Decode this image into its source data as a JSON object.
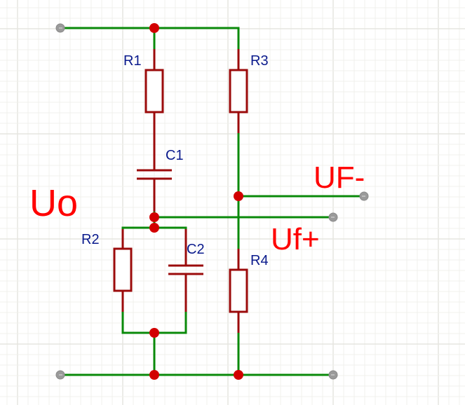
{
  "diagram": {
    "type": "schematic",
    "title": "",
    "components": [
      {
        "ref": "R1",
        "kind": "resistor"
      },
      {
        "ref": "R2",
        "kind": "resistor"
      },
      {
        "ref": "R3",
        "kind": "resistor"
      },
      {
        "ref": "R4",
        "kind": "resistor"
      },
      {
        "ref": "C1",
        "kind": "capacitor"
      },
      {
        "ref": "C2",
        "kind": "capacitor"
      }
    ],
    "labels": {
      "uo": "Uo",
      "uf_minus": "UF-",
      "uf_plus": "Uf+"
    },
    "colors": {
      "wire": "#0a8a0a",
      "component": "#9b0b0b",
      "junction": "#d20000",
      "terminal": "#9a9a9a",
      "ref_text": "#0a1a8c",
      "signal_text": "#ff0000"
    },
    "connections": [
      "top-rail: terminal-left-top - R1 - R3",
      "R1 - C1 - node-uf-plus",
      "node-uf-plus - terminal-uf-plus",
      "node-uf-plus - (R2 || C2) - bottom-rail",
      "R3 - node-uf-minus - R4 - bottom-rail",
      "node-uf-minus - terminal-uf-minus",
      "bottom-rail: terminal-left-bottom - terminal-right-bottom"
    ]
  }
}
